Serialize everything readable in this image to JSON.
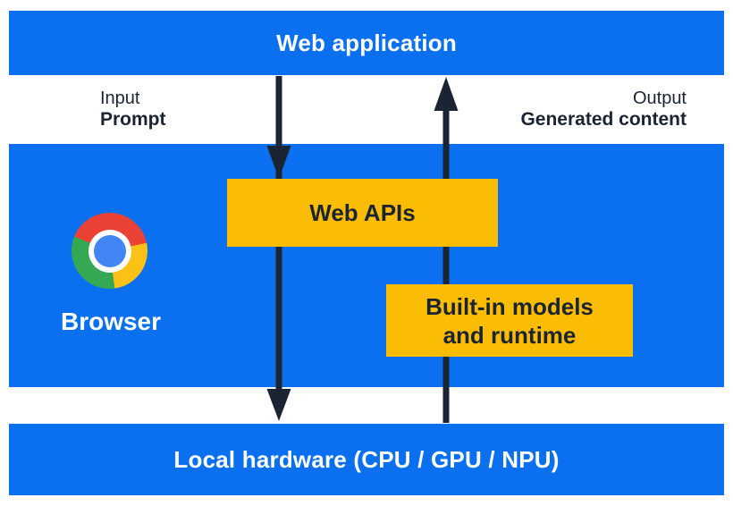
{
  "layers": {
    "web_application": "Web application",
    "local_hardware": "Local hardware (CPU / GPU / NPU)"
  },
  "flow": {
    "input_title": "Input",
    "input_value": "Prompt",
    "output_title": "Output",
    "output_value": "Generated content"
  },
  "browser": {
    "label": "Browser",
    "logo_icon": "chrome-logo"
  },
  "boxes": {
    "web_apis": "Web APIs",
    "builtin_models_line1": "Built-in models",
    "builtin_models_line2": "and runtime"
  },
  "colors": {
    "layer_blue": "#0b70f0",
    "box_yellow": "#fbbc04",
    "arrow_ink": "#1b2432",
    "chrome_red": "#ea4335",
    "chrome_yellow": "#fbc116",
    "chrome_green": "#34a853",
    "chrome_blue": "#4285f4",
    "text_white": "#ffffff"
  }
}
